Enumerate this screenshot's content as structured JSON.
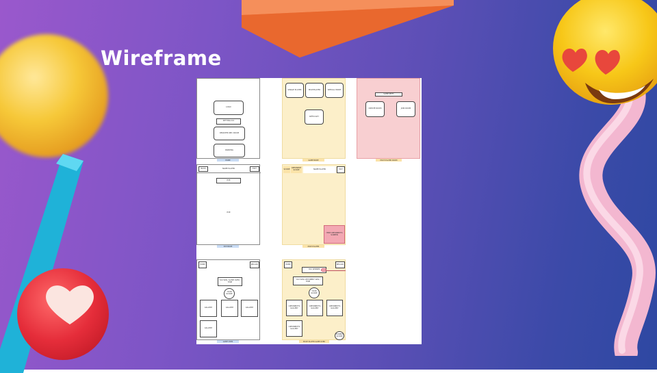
{
  "slide": {
    "title": "Wireframe"
  },
  "colors": {
    "bg_left": "#9a58cc",
    "bg_right": "#2e48a2",
    "frame_yellow": "#fcefc9",
    "frame_pink": "#f8cfd1",
    "tag_blue": "#c9dcf5",
    "tag_yellow": "#fbe3a8"
  },
  "wireframe": {
    "home": {
      "buttons": [
        "LOGO",
        "SETTING ICO",
        "REGISTER REC ROOM",
        "RANKING"
      ],
      "tag": "HOME"
    },
    "game_mode": {
      "top_buttons": [
        "SINGLE PLAYER",
        "MULTIPLAYER",
        "SPECIAL MODE"
      ],
      "center_button": "DIFFICULTY",
      "tag": "GAME MODE"
    },
    "multi_player": {
      "header": "GAME ENTY",
      "buttons": [
        "CREATE ROOM",
        "JOIN ROOM"
      ],
      "tag": "MULTI PLAYER ROOM"
    },
    "pvp": {
      "header_left": "BACK",
      "header_center": "NAME PLAYER",
      "header_right": "EXIT",
      "sub": "PVE",
      "body": "PVE",
      "tag": "PVP MODE"
    },
    "multi_pvp": {
      "header_items": [
        "SCORE",
        "OPPONENT SCORE",
        "NAME PLAYER",
        "EXIT"
      ],
      "box": "ITEM OPPONENT'S SCREEN",
      "tag": "MULTI PLAYER"
    },
    "game_over": {
      "corner_left": "HOME",
      "corner_right": "RELOAD",
      "message": "YOU WIN / GAME OVER / TIME",
      "circle": "YOUR SCORE",
      "cells": [
        "GALLERY",
        "GALLERY",
        "GALLERY",
        "GALLERY"
      ],
      "tag": "GAME OVER"
    },
    "multi_game_over": {
      "corner_left": "HOME",
      "corner_right": "RELOAD",
      "top": "YOU WINNER",
      "message": "YOU WIN/ OPPONENT WIN / TIME",
      "circle": "YOUR SCORE",
      "cells": [
        "OPPONENT'S GALLERY",
        "OPPONENT'S GALLERY",
        "OPPONENT'S GALLERY",
        "OPPONENT'S GALLERY"
      ],
      "score_circle": "OPPONENT'S SCORE",
      "tag": "MULTI PLAYER GAME OVER"
    }
  }
}
